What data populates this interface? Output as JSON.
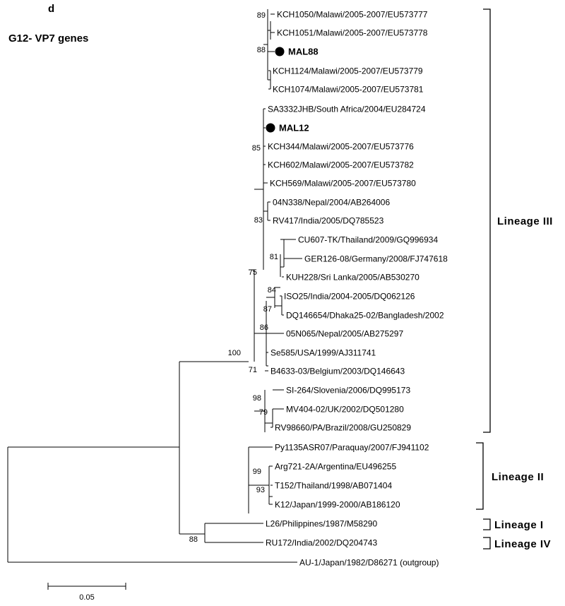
{
  "panel_label": "d",
  "title": "G12- VP7 genes",
  "scale_bar_label": "0.05",
  "taxa": [
    {
      "id": "t1",
      "label": "KCH1050/Malawi/2005-2007/EU573777"
    },
    {
      "id": "t2",
      "label": "KCH1051/Malawi/2005-2007/EU573778"
    },
    {
      "id": "t3",
      "label": "MAL88",
      "highlight": true
    },
    {
      "id": "t4",
      "label": "KCH1124/Malawi/2005-2007/EU573779"
    },
    {
      "id": "t5",
      "label": "KCH1074/Malawi/2005-2007/EU573781"
    },
    {
      "id": "t6",
      "label": "SA3332JHB/South Africa/2004/EU284724"
    },
    {
      "id": "t7",
      "label": "MAL12",
      "highlight": true
    },
    {
      "id": "t8",
      "label": "KCH344/Malawi/2005-2007/EU573776"
    },
    {
      "id": "t9",
      "label": "KCH602/Malawi/2005-2007/EU573782"
    },
    {
      "id": "t10",
      "label": "KCH569/Malawi/2005-2007/EU573780"
    },
    {
      "id": "t11",
      "label": "04N338/Nepal/2004/AB264006"
    },
    {
      "id": "t12",
      "label": "RV417/India/2005/DQ785523"
    },
    {
      "id": "t13",
      "label": "CU607-TK/Thailand/2009/GQ996934"
    },
    {
      "id": "t14",
      "label": "GER126-08/Germany/2008/FJ747618"
    },
    {
      "id": "t15",
      "label": "KUH228/Sri Lanka/2005/AB530270"
    },
    {
      "id": "t16",
      "label": "ISO25/India/2004-2005/DQ062126"
    },
    {
      "id": "t17",
      "label": "DQ146654/Dhaka25-02/Bangladesh/2002"
    },
    {
      "id": "t18",
      "label": "05N065/Nepal/2005/AB275297"
    },
    {
      "id": "t19",
      "label": "Se585/USA/1999/AJ311741"
    },
    {
      "id": "t20",
      "label": "B4633-03/Belgium/2003/DQ146643"
    },
    {
      "id": "t21",
      "label": "SI-264/Slovenia/2006/DQ995173"
    },
    {
      "id": "t22",
      "label": "MV404-02/UK/2002/DQ501280"
    },
    {
      "id": "t23",
      "label": "RV98660/PA/Brazil/2008/GU250829"
    },
    {
      "id": "t24",
      "label": "Py1135ASR07/Paraquay/2007/FJ941102"
    },
    {
      "id": "t25",
      "label": "Arg721-2A/Argentina/EU496255"
    },
    {
      "id": "t26",
      "label": "T152/Thailand/1998/AB071404"
    },
    {
      "id": "t27",
      "label": "K12/Japan/1999-2000/AB186120"
    },
    {
      "id": "t28",
      "label": "L26/Philippines/1987/M58290"
    },
    {
      "id": "t29",
      "label": "RU172/India/2002/DQ204743"
    },
    {
      "id": "t30",
      "label": "AU-1/Japan/1982/D86271 (outgroup)"
    }
  ],
  "bootstrap_values": [
    "89",
    "88",
    "85",
    "83",
    "81",
    "84",
    "87",
    "86",
    "75",
    "71",
    "98",
    "79",
    "100",
    "99",
    "93",
    "88"
  ],
  "lineages": [
    {
      "id": "III",
      "label": "Lineage III"
    },
    {
      "id": "II",
      "label": "Lineage II"
    },
    {
      "id": "I",
      "label": "Lineage I"
    },
    {
      "id": "IV",
      "label": "Lineage IV"
    }
  ]
}
